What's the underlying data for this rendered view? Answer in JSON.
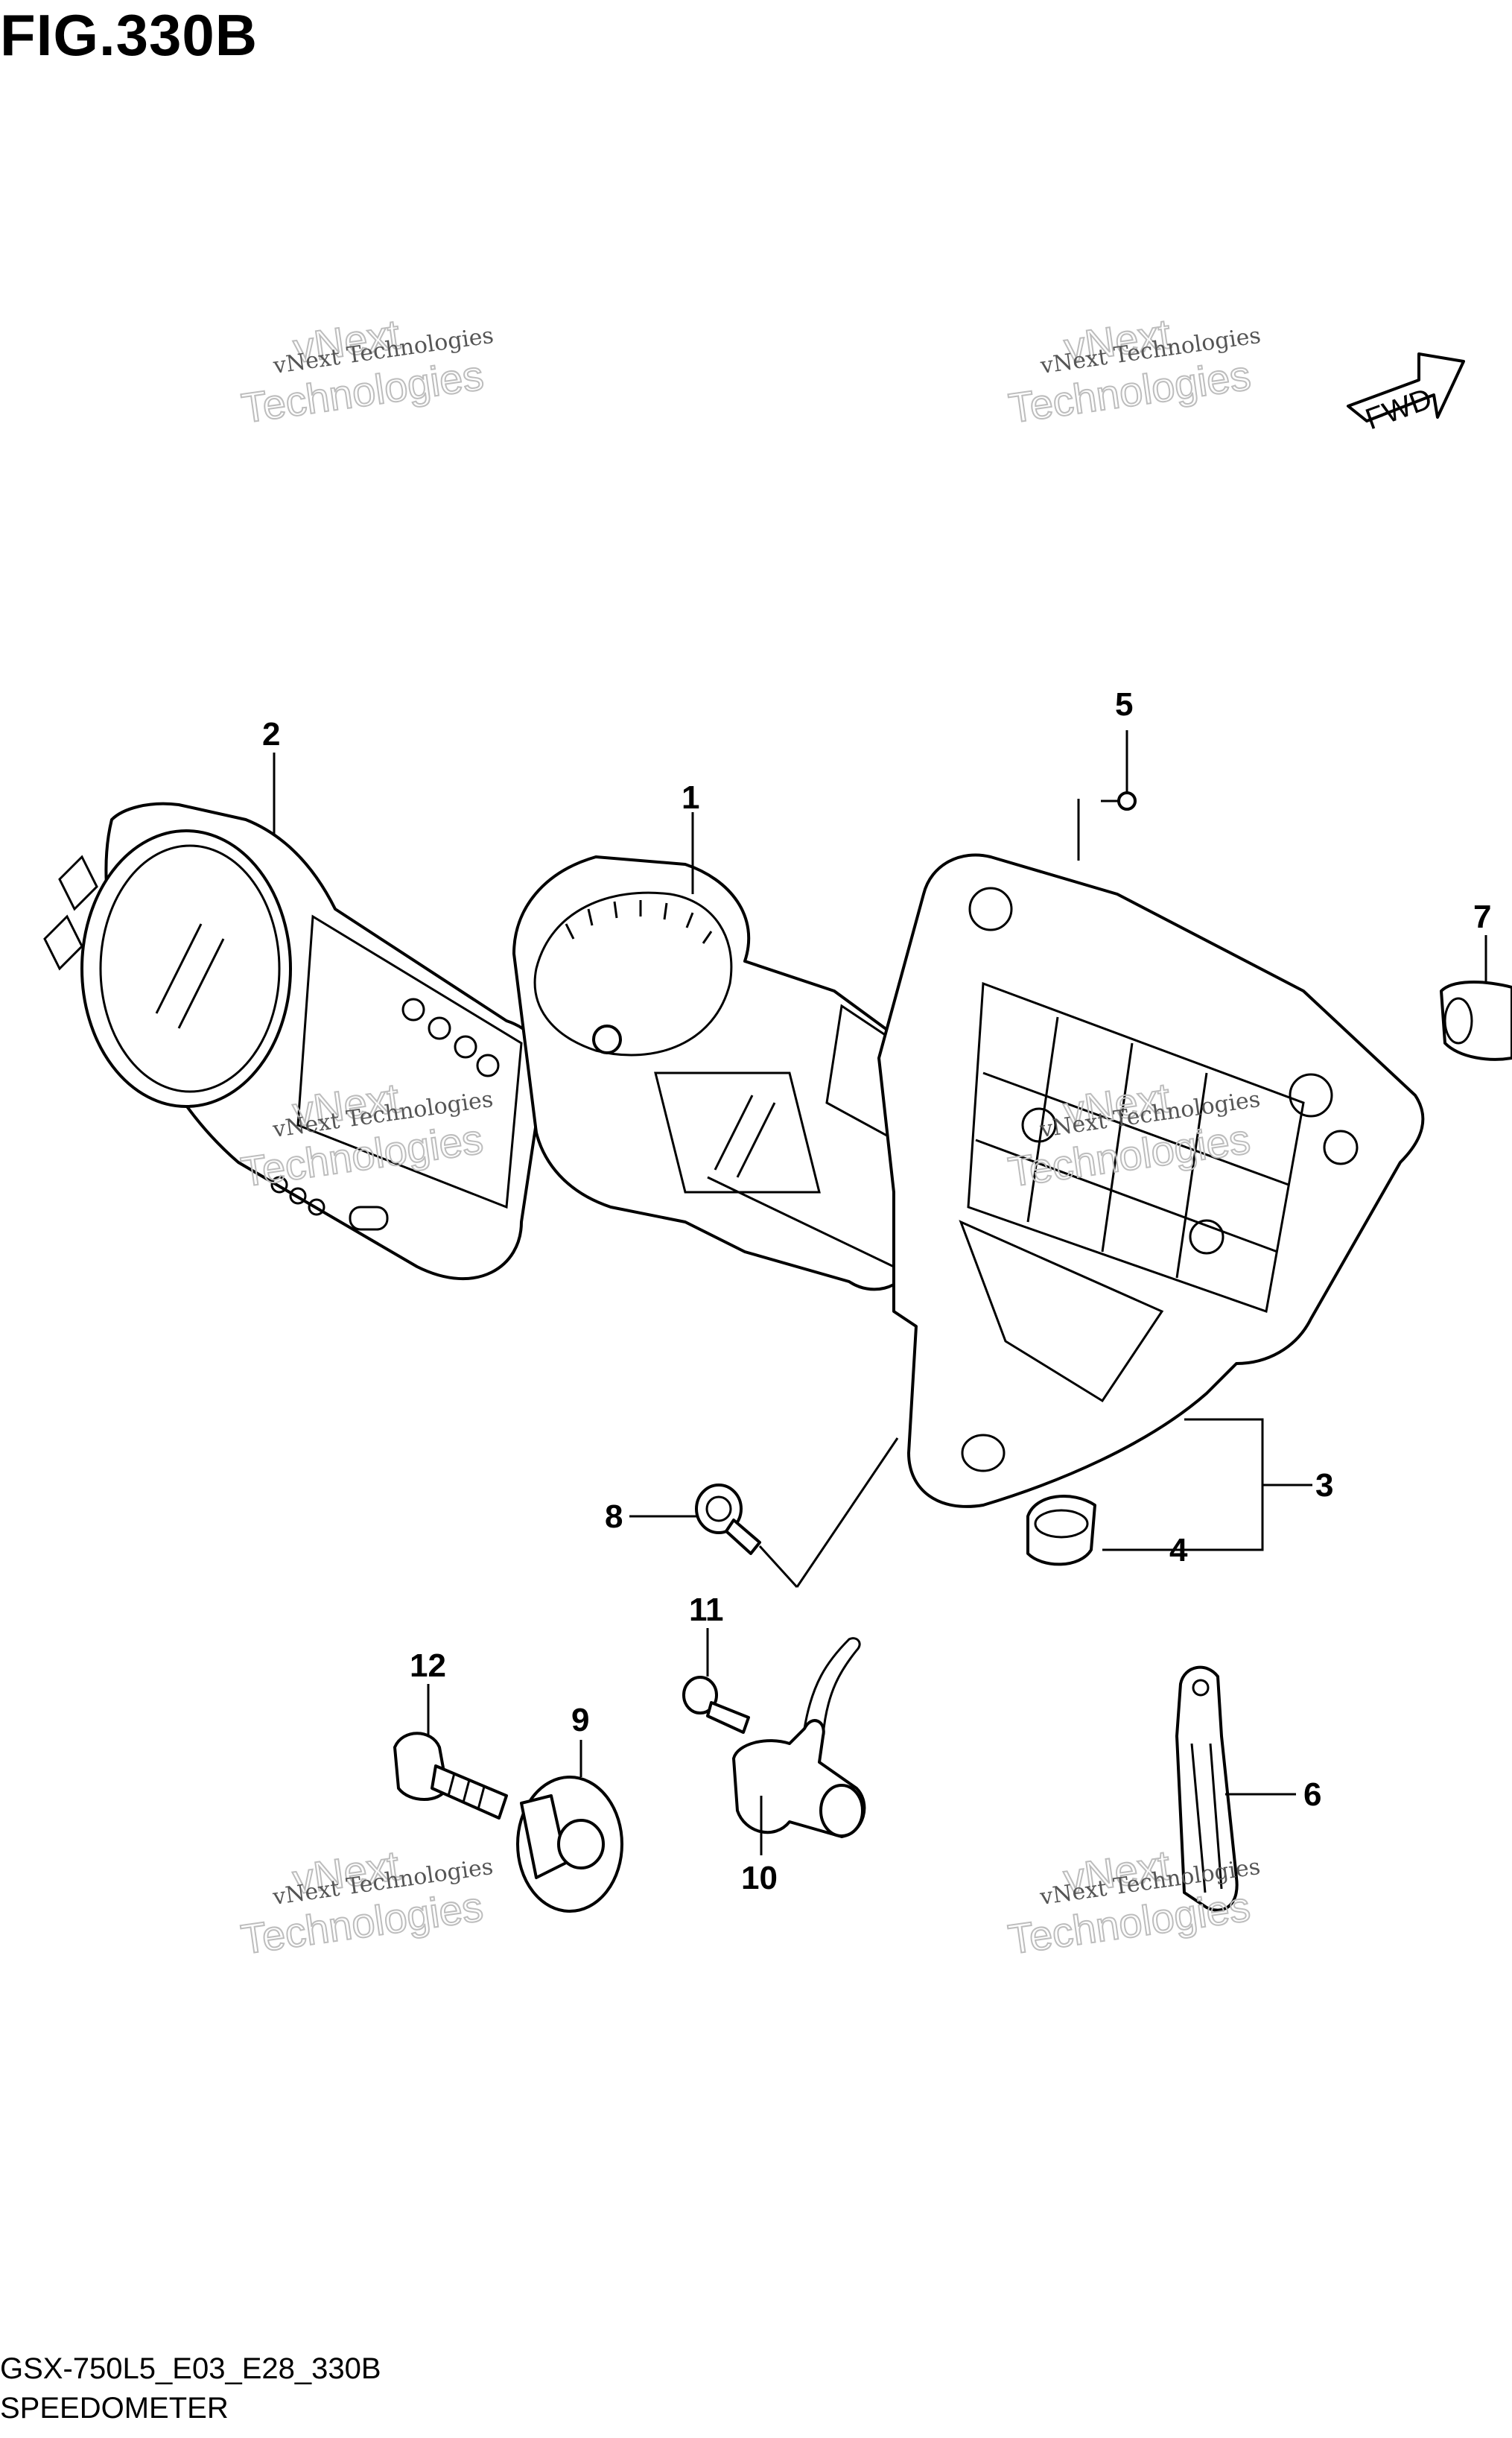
{
  "figure": {
    "title": "FIG.330B",
    "code": "GSX-750L5_E03_E28_330B",
    "name": "SPEEDOMETER",
    "direction_label": "FWD"
  },
  "watermarks": [
    {
      "line1": "vNext Technologies",
      "line2": "vNext",
      "line3": "Technologies"
    },
    {
      "line1": "vNext Technologies",
      "line2": "vNext",
      "line3": "Technologies"
    },
    {
      "line1": "vNext Technologies",
      "line2": "vNext",
      "line3": "Technologies"
    },
    {
      "line1": "vNext Technologies",
      "line2": "vNext",
      "line3": "Technologies"
    },
    {
      "line1": "vNext Technologies",
      "line2": "vNext",
      "line3": "Technologies"
    },
    {
      "line1": "vNext Technologies",
      "line2": "vNext",
      "line3": "Technologies"
    }
  ],
  "callouts": [
    "1",
    "2",
    "3",
    "4",
    "5",
    "6",
    "7",
    "8",
    "9",
    "10",
    "11",
    "12"
  ],
  "colors": {
    "line": "#000000",
    "watermark": "#bdbdbd",
    "background": "#ffffff"
  }
}
